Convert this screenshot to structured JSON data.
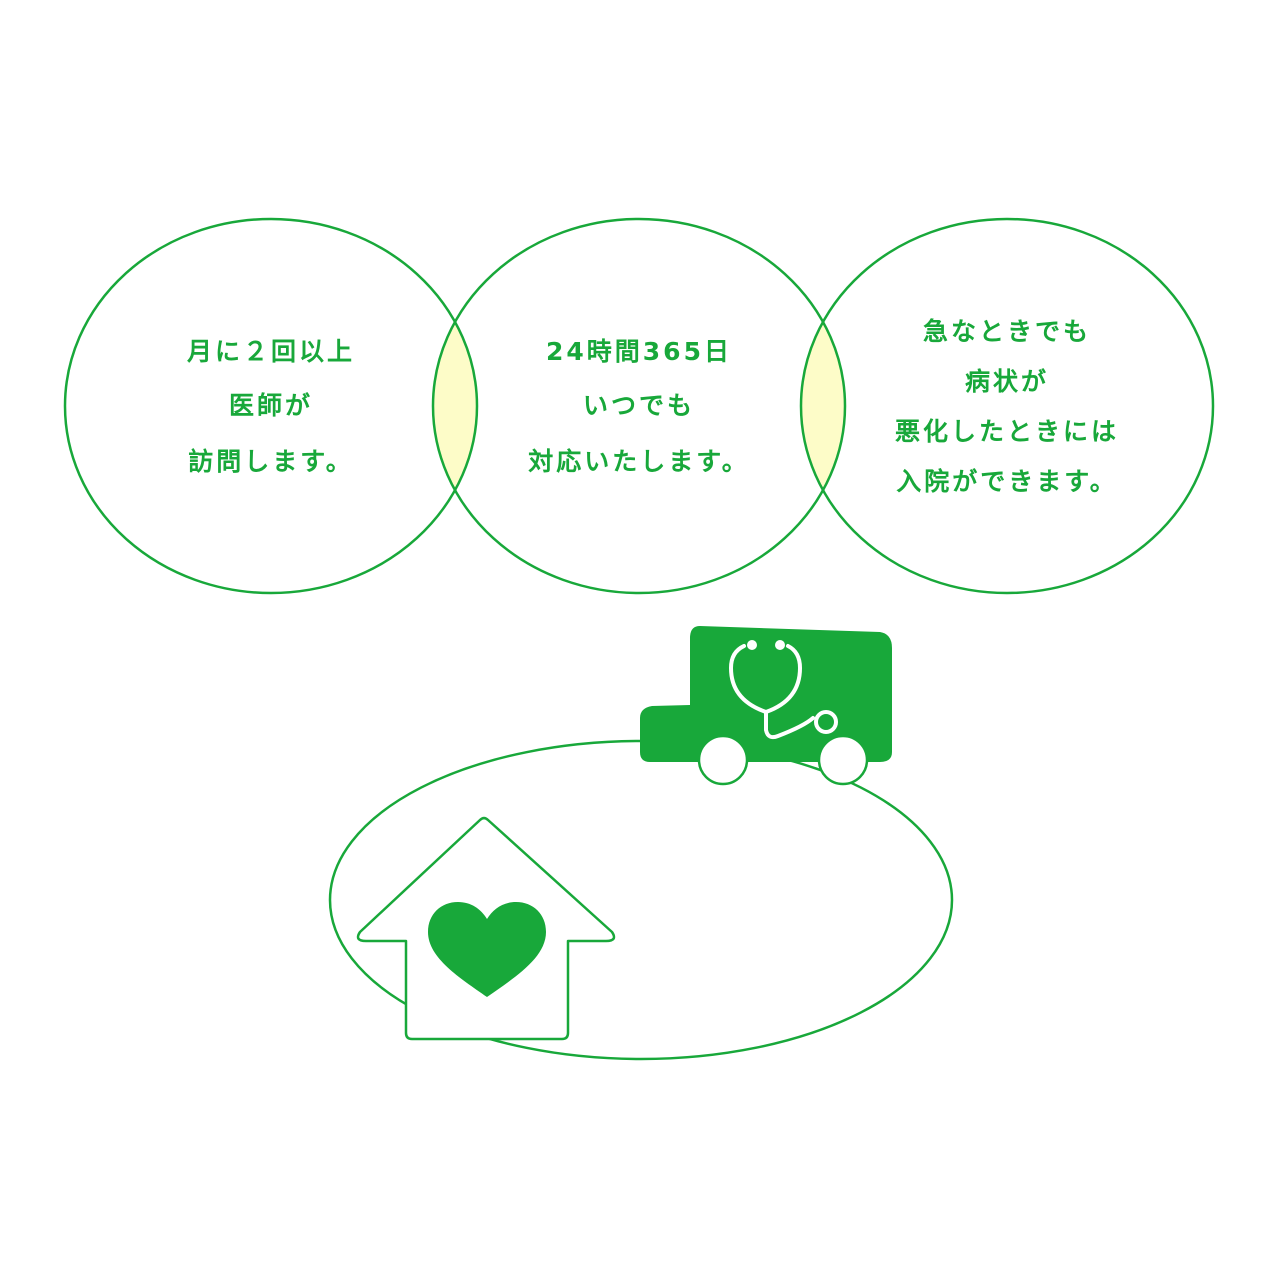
{
  "colors": {
    "green": "#18a83a",
    "overlap": "#fdfcc8",
    "background": "#ffffff"
  },
  "circles": [
    {
      "id": "visits",
      "lines": [
        "月に２回以上",
        "医師が",
        "訪問します。"
      ]
    },
    {
      "id": "support",
      "lines": [
        "24時間365日",
        "いつでも",
        "対応いたします。"
      ]
    },
    {
      "id": "hospital",
      "lines": [
        "急なときでも",
        "病状が",
        "悪化したときには",
        "入院ができます。"
      ]
    }
  ],
  "illustration": {
    "vehicle": "stethoscope-van-icon",
    "home": "heart-house-icon"
  }
}
